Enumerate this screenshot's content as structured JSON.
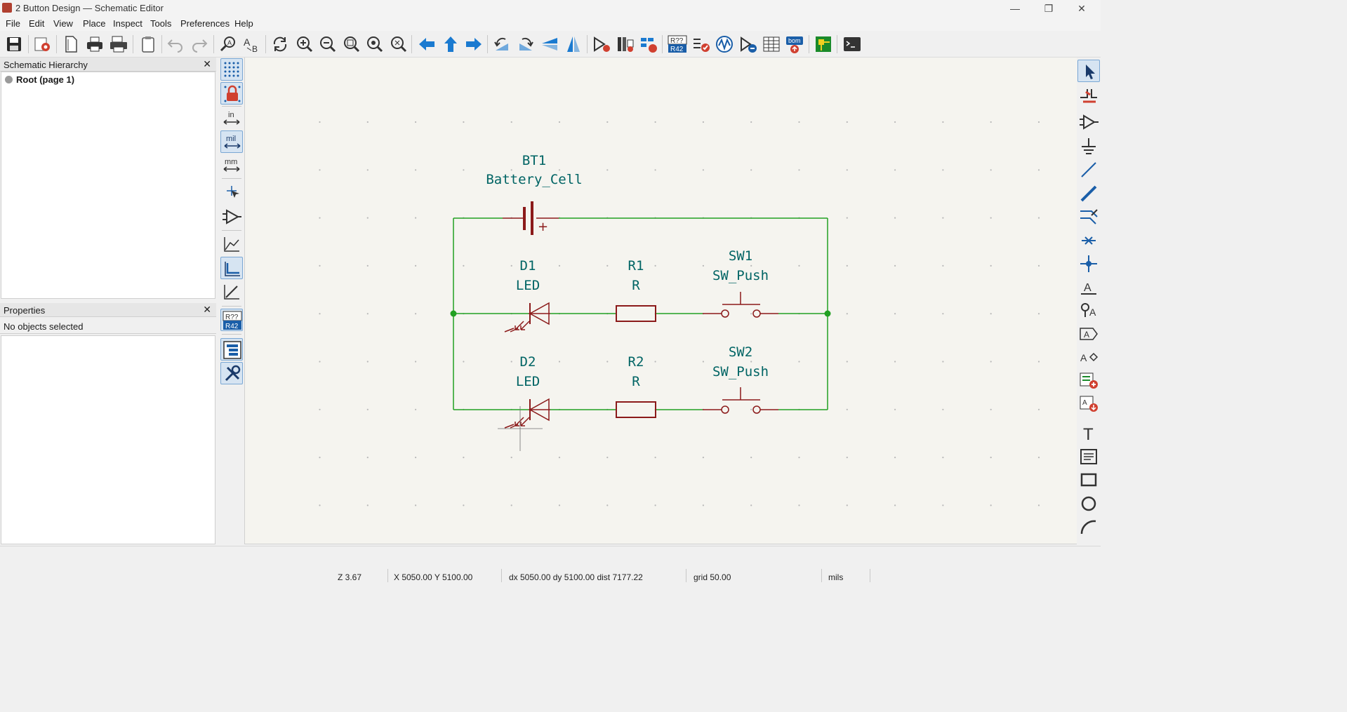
{
  "window": {
    "title": "2 Button Design — Schematic Editor",
    "minimize_glyph": "—",
    "restore_glyph": "❐",
    "close_glyph": "✕"
  },
  "menu": [
    "File",
    "Edit",
    "View",
    "Place",
    "Inspect",
    "Tools",
    "Preferences",
    "Help"
  ],
  "toolbar": {
    "icons": [
      "save-icon",
      "schematic-setup-icon",
      "page-settings-icon",
      "print-icon",
      "plot-icon",
      "paste-icon",
      "undo-icon",
      "redo-icon",
      "find-icon",
      "find-replace-icon",
      "refresh-icon",
      "zoom-in-icon",
      "zoom-out-icon",
      "zoom-fit-icon",
      "zoom-objects-icon",
      "zoom-selection-icon",
      "navigate-back-icon",
      "navigate-up-icon",
      "navigate-forward-icon",
      "rotate-ccw-icon",
      "rotate-cw-icon",
      "mirror-vertical-icon",
      "mirror-horizontal-icon",
      "symbol-editor-icon",
      "symbol-library-browser-icon",
      "footprint-assign-icon",
      "annotate-icon",
      "erc-icon",
      "simulator-icon",
      "edit-footprints-icon",
      "bulk-edit-fields-icon",
      "bom-icon",
      "pcb-editor-icon",
      "scripting-console-icon"
    ],
    "annotate_top": "R??",
    "annotate_bottom": "R42",
    "bom_label": "bom"
  },
  "hierarchy_panel": {
    "title": "Schematic Hierarchy",
    "close_glyph": "✕",
    "root_item": "Root (page 1)"
  },
  "properties_panel": {
    "title": "Properties",
    "close_glyph": "✕",
    "empty_text": "No objects selected"
  },
  "left_tools": {
    "inch_label": "in",
    "mil_label": "mil",
    "mm_label": "mm",
    "annotate_top": "R??",
    "annotate_bottom": "R42"
  },
  "right_tools": {
    "label_glyph": "A",
    "text_glyph": "T"
  },
  "schematic": {
    "components": [
      {
        "ref": "BT1",
        "value": "Battery_Cell"
      },
      {
        "ref": "D1",
        "value": "LED"
      },
      {
        "ref": "R1",
        "value": "R"
      },
      {
        "ref": "SW1",
        "value": "SW_Push"
      },
      {
        "ref": "D2",
        "value": "LED"
      },
      {
        "ref": "R2",
        "value": "R"
      },
      {
        "ref": "SW2",
        "value": "SW_Push"
      }
    ],
    "battery_plus": "+",
    "colors": {
      "wire": "#22a022",
      "symbol": "#8b1a1a",
      "text": "#006464",
      "background": "#f5f4ef",
      "grid_dot": "#b8b8b8"
    }
  },
  "status": {
    "zoom": "Z 3.67",
    "xy": "X 5050.00  Y 5100.00",
    "delta": "dx 5050.00  dy 5100.00  dist 7177.22",
    "grid": "grid 50.00",
    "units": "mils"
  }
}
